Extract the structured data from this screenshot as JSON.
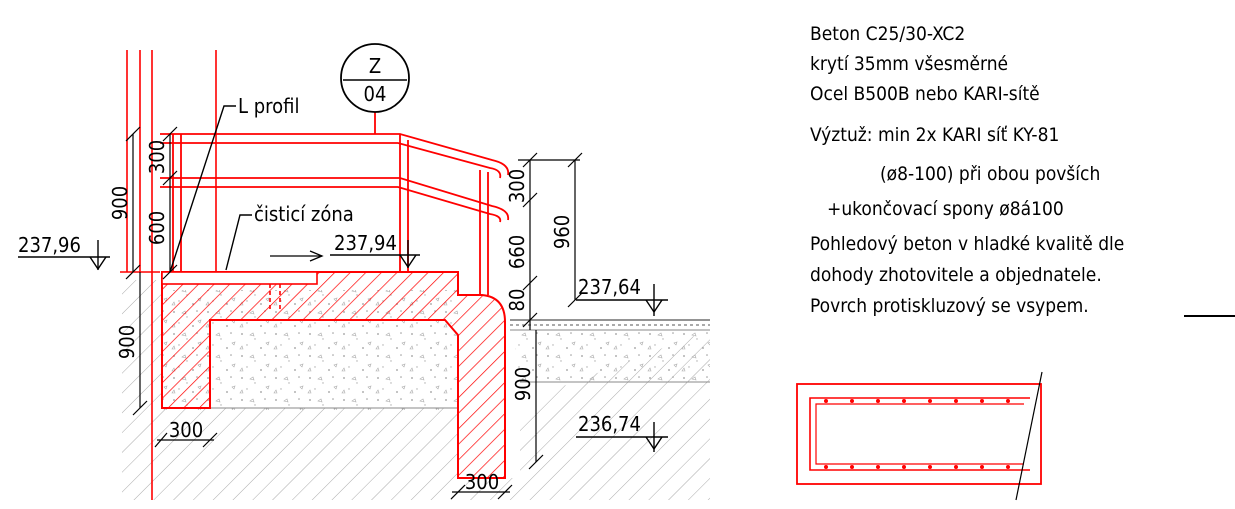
{
  "drawing": {
    "section_mark": {
      "top": "Z",
      "bottom": "04"
    },
    "labels": {
      "l_profile": "L profil",
      "cleaning_zone": "čisticí zóna"
    },
    "levels": {
      "left": "237,96",
      "top_middle": "237,94",
      "right_upper": "237,64",
      "right_lower": "236,74"
    },
    "dimensions": {
      "rail_upper": "300",
      "rail_lower": "600",
      "rail_total": "900",
      "wall_height": "900",
      "wall_width_left": "300",
      "wall_width_right": "300",
      "right_rail_upper": "300",
      "right_rail_lower": "660",
      "right_total": "960",
      "right_step": "80",
      "right_wall_height": "900"
    },
    "notes": [
      "Beton C25/30-XC2",
      "krytí 35mm všesměrné",
      "Ocel B500B nebo KARI-sítě",
      "Výztuž: min 2x KARI síť KY-81",
      "(ø8-100) při obou povších",
      "+ukončovací spony ø8á100",
      "Pohledový beton v hladké kvalitě dle",
      "dohody zhotovitele a objednatele.",
      "Povrch protiskluzový se vsypem."
    ]
  },
  "colors": {
    "red": "#ff0000",
    "ink": "#000000"
  }
}
